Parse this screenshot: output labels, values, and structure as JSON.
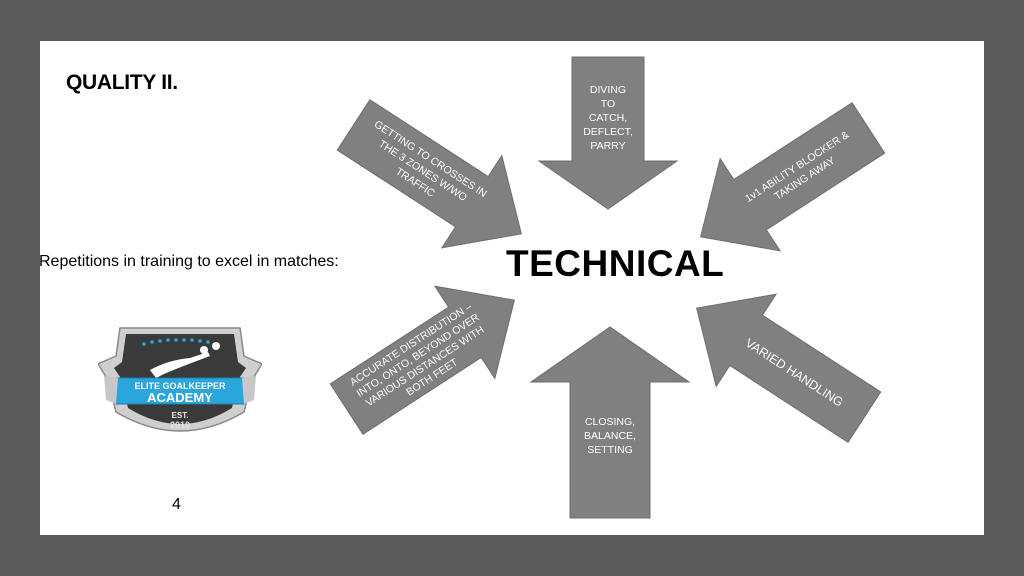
{
  "slide": {
    "title": "QUALITY II.",
    "subtitle": "Repetitions in training to excel in matches:",
    "page_number": "4",
    "center_label": "TECHNICAL"
  },
  "arrows": {
    "top": [
      "DIVING",
      "TO",
      "CATCH,",
      "DEFLECT,",
      "PARRY"
    ],
    "top_left": [
      "GETTING TO CROSSES IN",
      "THE 3 ZONES W/WO",
      "TRAFFIC"
    ],
    "top_right": [
      "1v1 ABILITY BLOCKER &",
      "TAKING AWAY"
    ],
    "bottom_left": [
      "ACCURATE DISTRIBUTION –",
      "INTO, ONTO, BEYOND OVER",
      "VARIOUS DISTANCES WITH",
      "BOTH FEET"
    ],
    "bottom_right": [
      "VARIED HANDLING"
    ],
    "bottom": [
      "CLOSING,",
      "BALANCE,",
      "SETTING"
    ]
  },
  "logo": {
    "line1": "ELITE GOALKEEPER",
    "line2": "ACADEMY",
    "line3": "EST.",
    "line4": "2010"
  },
  "colors": {
    "frame": "#5b5b5b",
    "arrow": "#808080",
    "logo_blue": "#2aa6dc",
    "logo_dark": "#3a3a3a"
  }
}
